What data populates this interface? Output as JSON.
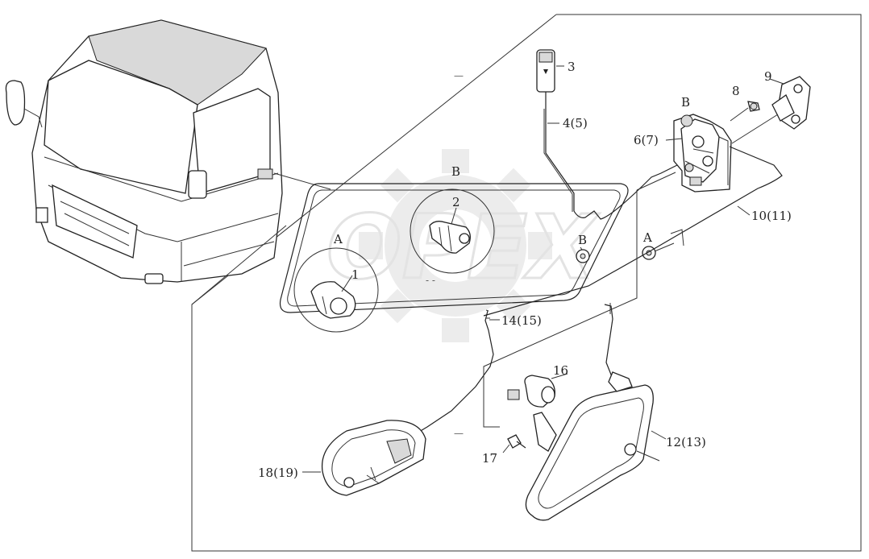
{
  "watermark": "OPEX",
  "dash_marks": [
    "—",
    "—"
  ],
  "detail_markers": {
    "a_upper": "A",
    "a_lower": "A",
    "b_upper": "B",
    "b_lower": "B",
    "b_latch": "B"
  },
  "callouts": {
    "p1": "1",
    "p2": "2",
    "p3": "3",
    "p4": "4(5)",
    "p6": "6(7)",
    "p8": "8",
    "p9": "9",
    "p10": "10(11)",
    "p12": "12(13)",
    "p14": "14(15)",
    "p16": "16",
    "p17": "17",
    "p18": "18(19)"
  }
}
